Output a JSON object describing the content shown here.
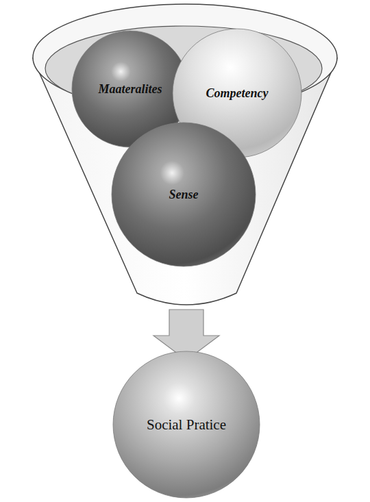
{
  "diagram": {
    "nodes": [
      {
        "text": [
          "Maateralites"
        ]
      },
      {
        "text": [
          "Competency"
        ]
      },
      {
        "text": [
          "Sense"
        ]
      },
      {
        "text": [
          "Social Pratice"
        ]
      }
    ]
  }
}
